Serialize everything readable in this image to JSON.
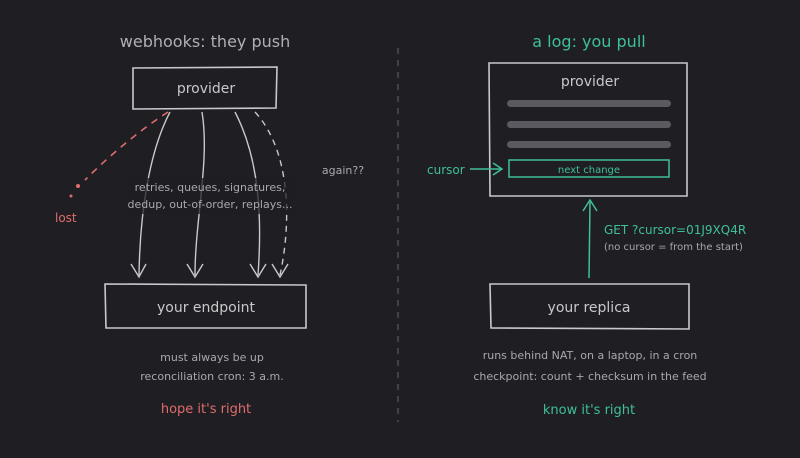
{
  "left": {
    "title": "webhooks: they push",
    "provider_label": "provider",
    "lost_label": "lost",
    "again_label": "again??",
    "annotation_line1": "retries, queues, signatures,",
    "annotation_line2": "dedup, out-of-order, replays...",
    "endpoint_label": "your endpoint",
    "note_line1": "must always be up",
    "note_line2": "reconciliation cron: 3 a.m.",
    "verdict": "hope it's right"
  },
  "right": {
    "title": "a log: you pull",
    "provider_label": "provider",
    "next_change_label": "next change",
    "cursor_label": "cursor",
    "get_label": "GET ?cursor=01J9XQ4R",
    "get_note": "(no cursor = from the start)",
    "replica_label": "your replica",
    "note_line1": "runs behind NAT, on a laptop, in a cron",
    "note_line2": "checkpoint: count + checksum in the feed",
    "verdict": "know it's right"
  },
  "colors": {
    "background": "#1f1f23",
    "ink": "#c9c9cc",
    "muted": "#a9a9ad",
    "red": "#e06c6c",
    "green": "#3fbf9a",
    "bar": "#5a5a60"
  }
}
